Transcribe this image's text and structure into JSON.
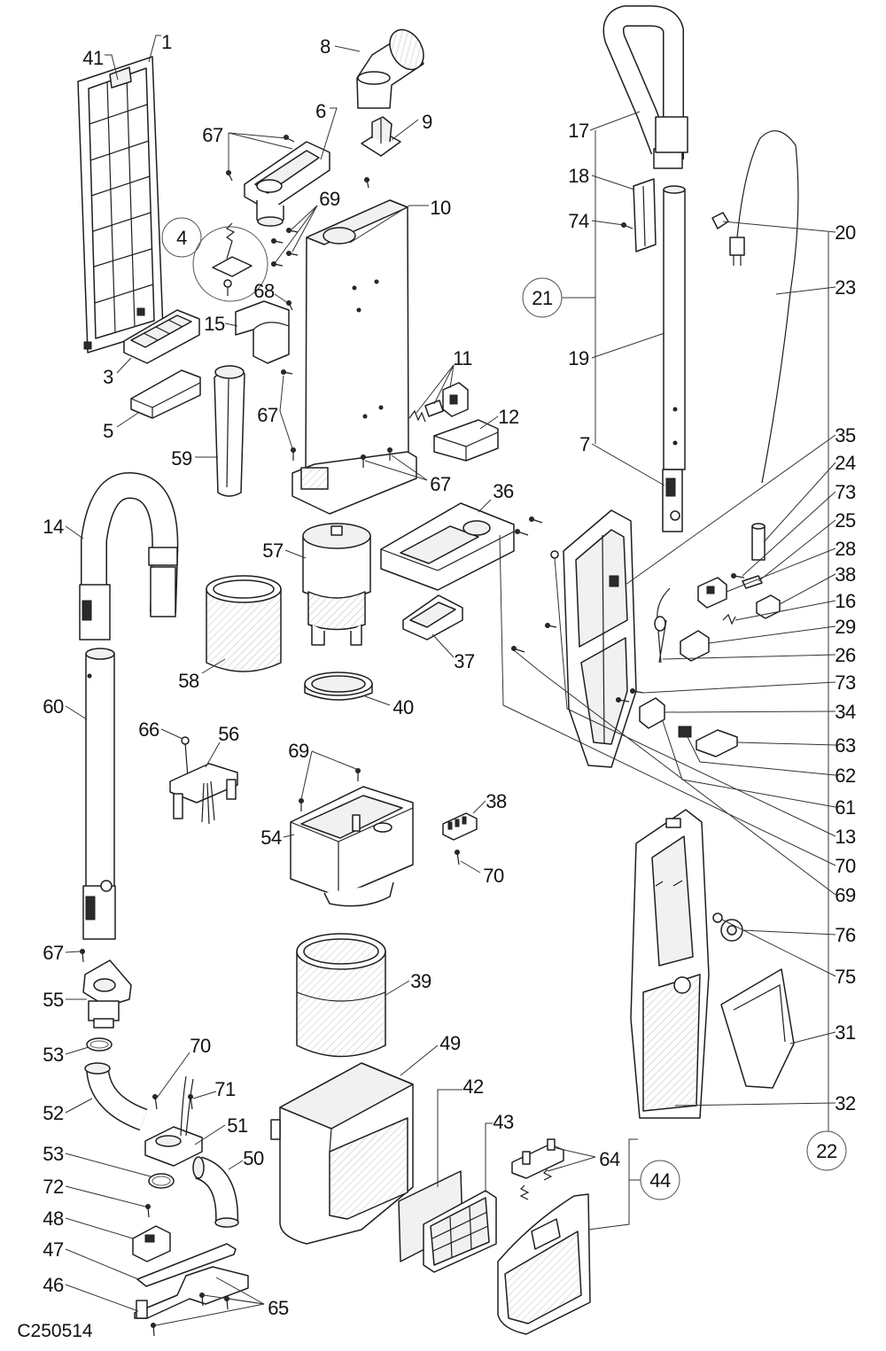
{
  "drawing_code": "C250514",
  "labels": [
    "1",
    "41",
    "8",
    "6",
    "67",
    "9",
    "10",
    "69",
    "4",
    "68",
    "15",
    "3",
    "5",
    "59",
    "11",
    "12",
    "67",
    "67",
    "14",
    "57",
    "36",
    "58",
    "37",
    "40",
    "60",
    "66",
    "56",
    "69",
    "54",
    "38",
    "70",
    "67",
    "55",
    "53",
    "52",
    "70",
    "71",
    "51",
    "53",
    "50",
    "72",
    "48",
    "47",
    "46",
    "65",
    "39",
    "49",
    "42",
    "43",
    "64",
    "44",
    "17",
    "18",
    "74",
    "21",
    "19",
    "7",
    "20",
    "23",
    "35",
    "24",
    "73",
    "25",
    "28",
    "38",
    "16",
    "29",
    "26",
    "73",
    "34",
    "63",
    "62",
    "61",
    "13",
    "70",
    "69",
    "76",
    "75",
    "31",
    "32",
    "22"
  ]
}
